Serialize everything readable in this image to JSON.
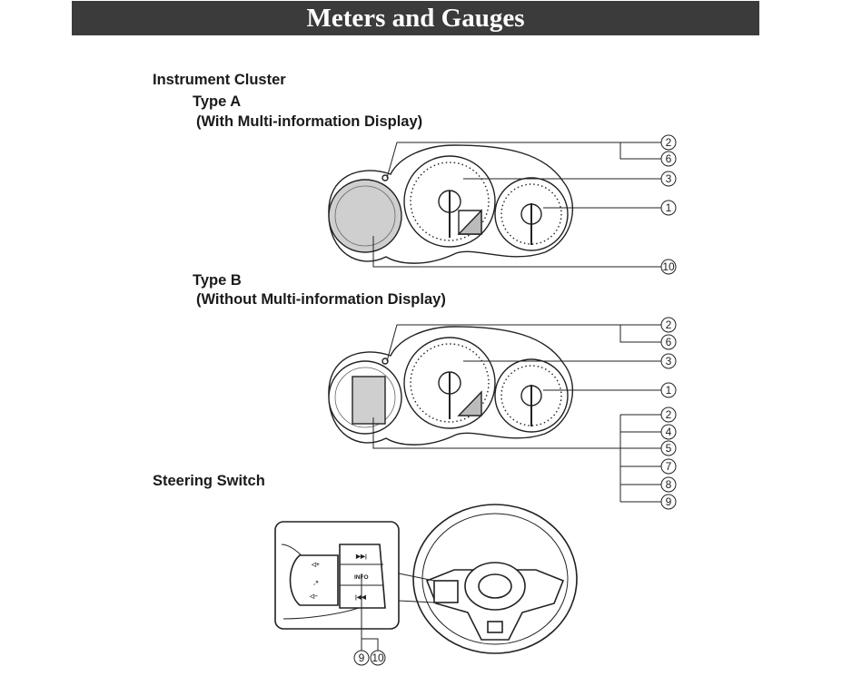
{
  "page": {
    "title": "Meters and Gauges"
  },
  "instrument_cluster": {
    "heading": "Instrument Cluster",
    "type_a": {
      "label": "Type A",
      "sublabel": "(With Multi-information Display)",
      "callouts": [
        "2",
        "6",
        "3",
        "1",
        "10"
      ]
    },
    "type_b": {
      "label": "Type B",
      "sublabel": "(Without Multi-information Display)",
      "callouts": [
        "2",
        "6",
        "3",
        "1",
        "2",
        "4",
        "5",
        "7",
        "8",
        "9"
      ]
    }
  },
  "steering_switch": {
    "heading": "Steering Switch",
    "callouts": [
      "9",
      "10"
    ],
    "buttons": {
      "vol_up": "◁+",
      "voice": "ꞈ»",
      "vol_down": "◁−",
      "next": "▶▶|",
      "info": "INFO",
      "prev": "|◀◀"
    }
  }
}
